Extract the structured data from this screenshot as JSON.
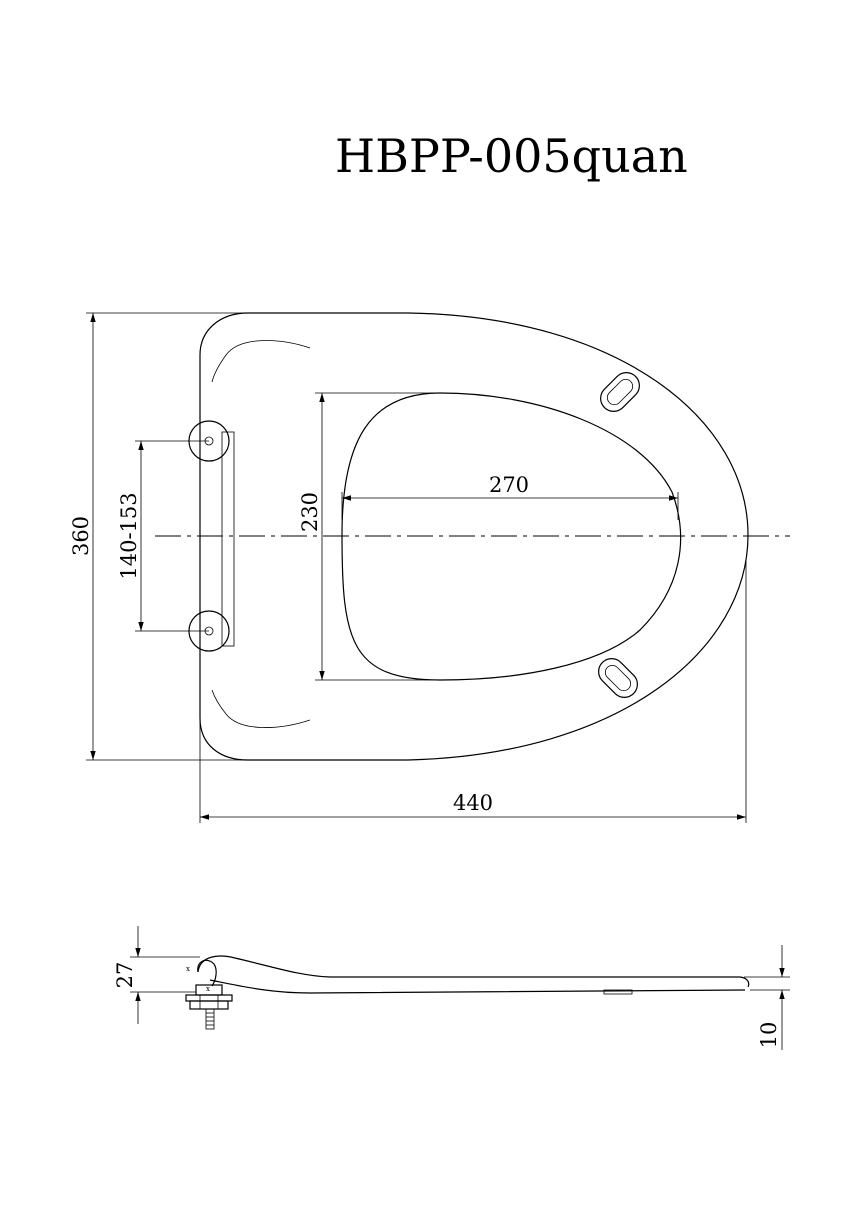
{
  "title": "HBPP-005quan",
  "dimensions": {
    "overall_height": "360",
    "hinge_spacing": "140-153",
    "opening_length": "230",
    "opening_width": "270",
    "overall_length": "440",
    "hinge_height": "27",
    "seat_thickness": "10"
  },
  "small_marks": {
    "x_mark": "x"
  }
}
